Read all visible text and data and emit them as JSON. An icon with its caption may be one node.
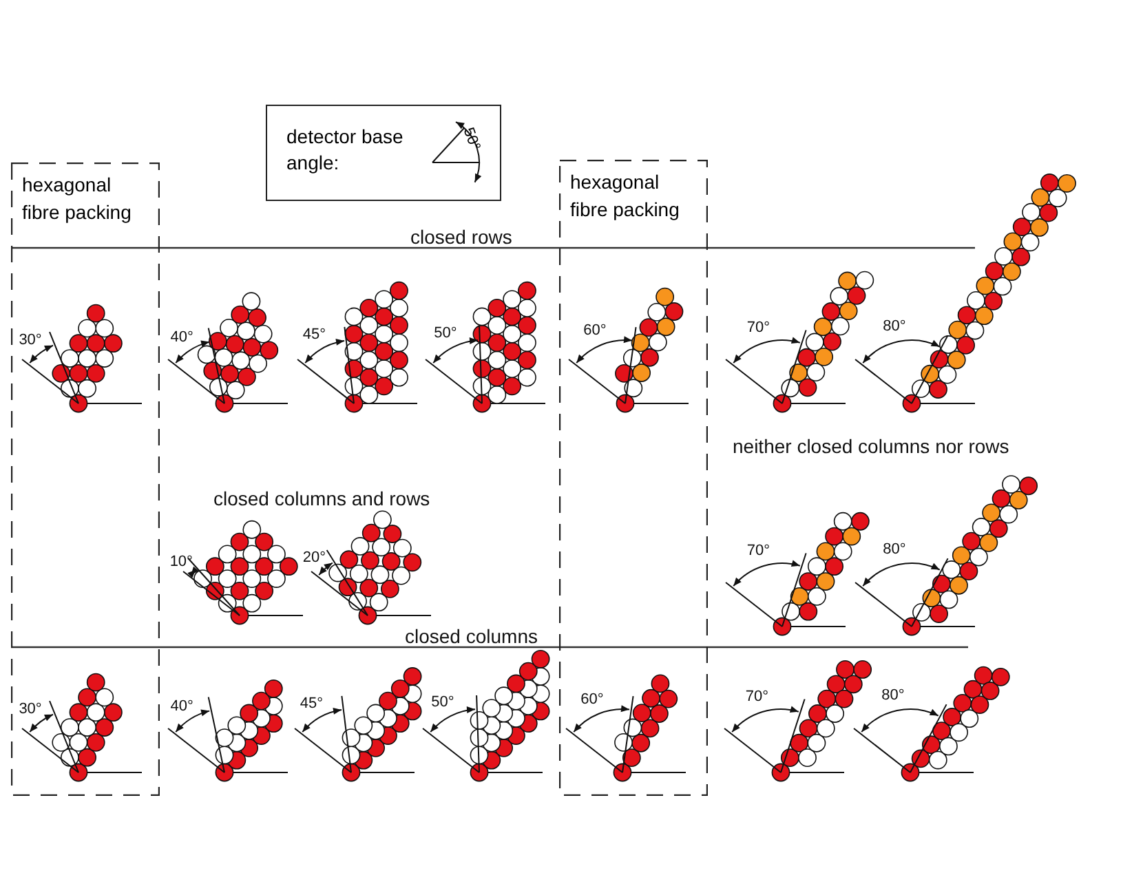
{
  "diagram": {
    "nodes": [
      {
        "text": [
          "detector base angle:",
          "50°"
        ]
      },
      {
        "text": [
          "hexagonal fibre packing"
        ]
      },
      {
        "text": [
          "hexagonal fibre packing"
        ]
      }
    ],
    "labels": [
      "closed rows",
      "30°",
      "40°",
      "45°",
      "50°",
      "60°",
      "70°",
      "80°",
      "neither closed columns nor rows",
      "closed columns and rows",
      "10°",
      "20°",
      "70°",
      "80°",
      "closed columns",
      "30°",
      "40°",
      "45°",
      "50°",
      "60°",
      "70°",
      "80°"
    ]
  }
}
